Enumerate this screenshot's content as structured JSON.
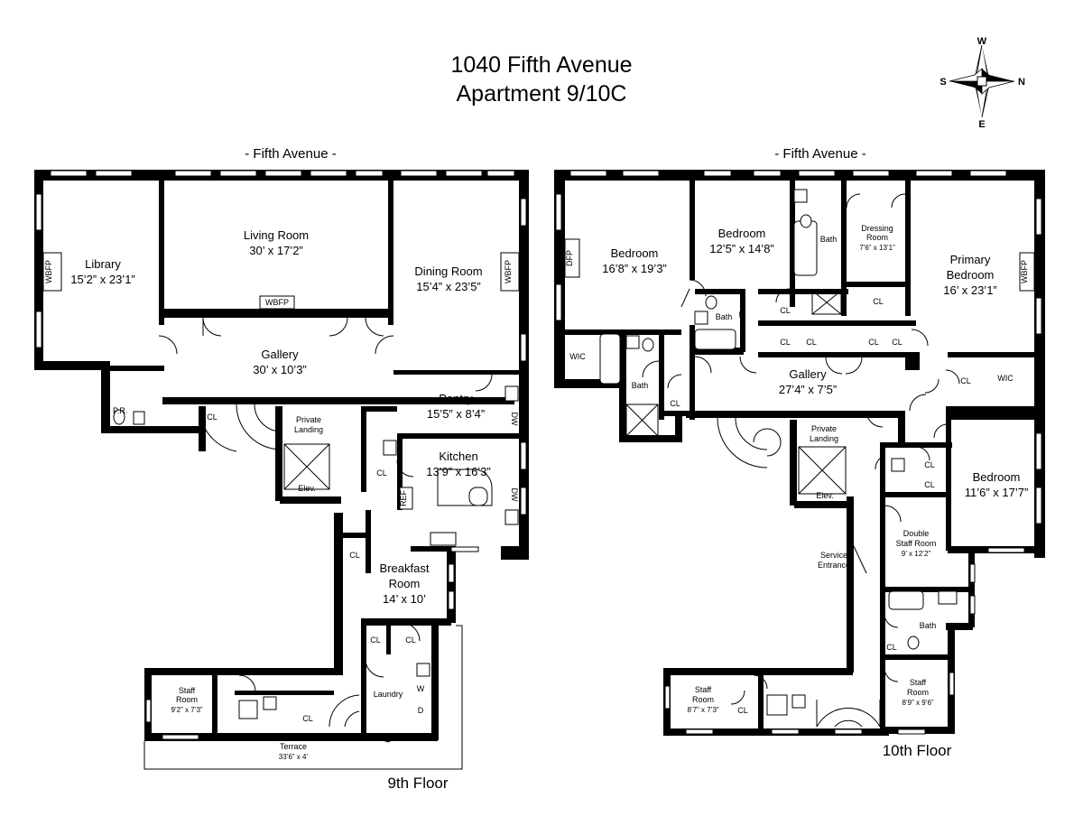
{
  "header": {
    "address": "1040 Fifth Avenue",
    "apartment": "Apartment 9/10C"
  },
  "compass": {
    "north": "N",
    "south": "S",
    "east": "E",
    "west": "W"
  },
  "floor9": {
    "street_label": "- Fifth Avenue -",
    "floor_label": "9th Floor",
    "rooms": {
      "library": {
        "name": "Library",
        "dims": "15’2” x 23’1”",
        "fireplace": "WBFP"
      },
      "living": {
        "name": "Living Room",
        "dims": "30’ x 17’2”",
        "fireplace": "WBFP"
      },
      "dining": {
        "name": "Dining Room",
        "dims": "15’4” x 23’5”",
        "fireplace": "WBFP"
      },
      "gallery": {
        "name": "Gallery",
        "dims": "30’ x 10’3”"
      },
      "powder": "P.R.",
      "closet_gallery": "CL",
      "private_landing": "Private Landing",
      "elevator": "Elev.",
      "pantry": {
        "name": "Pantry",
        "dims": "15’5” x 8’4”",
        "dw": "DW"
      },
      "kitchen": {
        "name": "Kitchen",
        "dims": "13’9” x 16’3”",
        "ref": "REF",
        "dw": "DW"
      },
      "closet_service": "CL",
      "closet_hall": "CL",
      "breakfast": {
        "name": "Breakfast Room",
        "dims": "14’ x 10’"
      },
      "closet_a": "CL",
      "closet_b": "CL",
      "staff": {
        "name": "Staff Room",
        "dims": "9’2” x 7’3”"
      },
      "closet_staff": "CL",
      "laundry": {
        "name": "Laundry",
        "w": "W",
        "d": "D"
      },
      "terrace": {
        "name": "Terrace",
        "dims": "33’6” x 4’"
      }
    }
  },
  "floor10": {
    "street_label": "- Fifth Avenue -",
    "floor_label": "10th Floor",
    "rooms": {
      "bedroom_west": {
        "name": "Bedroom",
        "dims": "16’8” x 19’3”",
        "fireplace": "DFP"
      },
      "bedroom_mid": {
        "name": "Bedroom",
        "dims": "12’5” x 14’8”"
      },
      "bath_top": "Bath",
      "dressing": {
        "name": "Dressing Room",
        "dims": "7’6” x 13’1”"
      },
      "primary": {
        "name": "Primary Bedroom",
        "dims": "16’ x 23’1”",
        "fireplace": "WBFP"
      },
      "bath_mid": "Bath",
      "wic_west": "WIC",
      "bath_west": "Bath",
      "closet_1": "CL",
      "closet_2": "CL",
      "closet_3": "CL",
      "closet_4": "CL",
      "closet_5": "CL",
      "closet_6": "CL",
      "closet_7": "CL",
      "closet_8": "CL",
      "wic_east": "WIC",
      "gallery": {
        "name": "Gallery",
        "dims": "27’4” x 7’5”"
      },
      "private_landing": "Private Landing",
      "elevator": "Elev.",
      "service_entrance": "Service Entrance",
      "closet_9": "CL",
      "closet_10": "CL",
      "bedroom_east": {
        "name": "Bedroom",
        "dims": "11’6” x 17’7”"
      },
      "double_staff": {
        "name": "Double Staff Room",
        "dims": "9’ x 12’2”"
      },
      "bath_staff": "Bath",
      "closet_11": "CL",
      "staff_east": {
        "name": "Staff Room",
        "dims": "8’9” x 9’6”"
      },
      "staff_west": {
        "name": "Staff Room",
        "dims": "8’7” x 7’3”"
      },
      "closet_12": "CL"
    }
  }
}
